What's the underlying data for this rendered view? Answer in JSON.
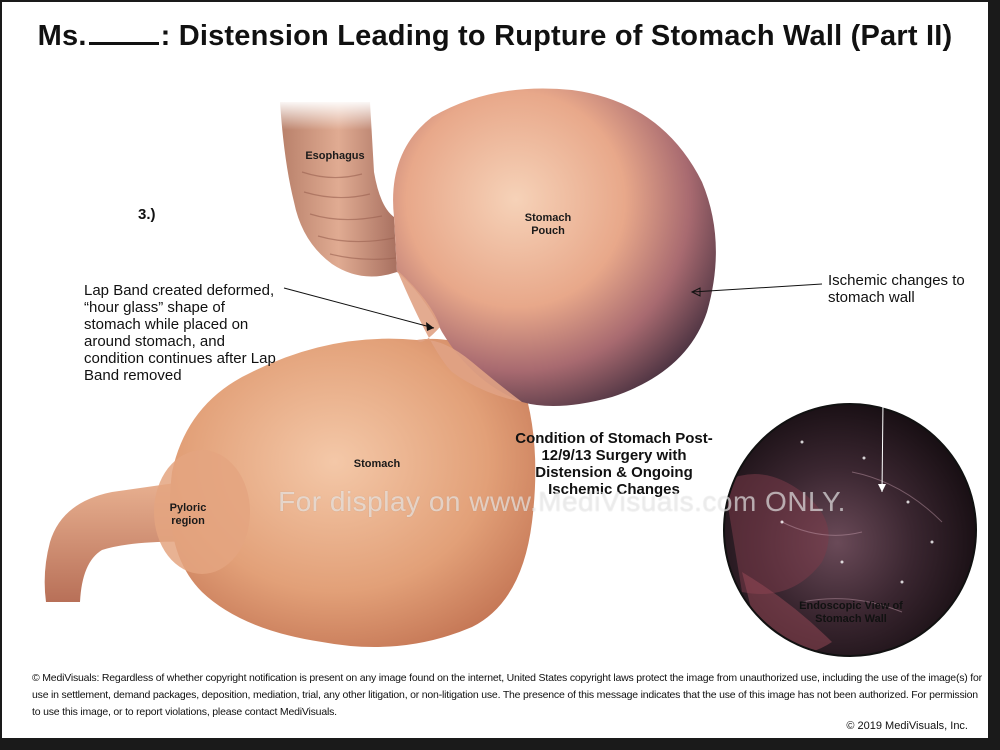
{
  "title": {
    "prefix": "Ms.",
    "main": ": Distension Leading to Rupture of Stomach Wall (Part II)"
  },
  "step_number": "3.)",
  "anatomy_labels": {
    "esophagus": "Esophagus",
    "stomach_pouch": "Stomach Pouch",
    "stomach": "Stomach",
    "pyloric_region": "Pyloric region"
  },
  "callouts": {
    "lap_band": "Lap Band created deformed, “hour glass” shape of stomach while placed on around stomach, and condition continues after Lap Band removed",
    "ischemic": "Ischemic changes to stomach wall"
  },
  "condition_text": "Condition of Stomach Post-12/9/13 Surgery with Distension & Ongoing Ischemic Changes",
  "endoscopic_label": "Endoscopic View of Stomach Wall",
  "watermark": "For display on www.MediVisuals.com ONLY.",
  "footer_notice": "© MediVisuals: Regardless of whether copyright notification is present on any image found on the internet, United States copyright laws protect the image from unauthorized use, including the use of the image(s) for use in settlement, demand packages, deposition, mediation, trial, any other litigation, or non-litigation use.  The presence of this message indicates that the use of this image has not been authorized.  For permission to use this image, or to report violations, please contact MediVisuals.",
  "copyright": "© 2019 MediVisuals, Inc.",
  "colors": {
    "stomach_light": "#f0c0a0",
    "stomach_mid": "#d9906c",
    "ischemic_dark": "#3a2a3a",
    "esophagus": "#c98a70",
    "endoscopic_bg": "#2a1c20"
  }
}
